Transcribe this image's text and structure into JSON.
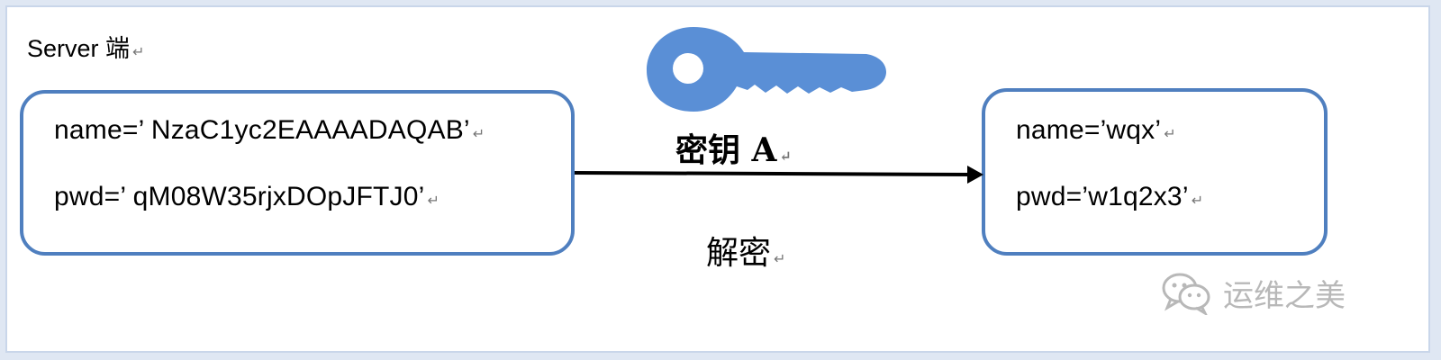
{
  "colors": {
    "box_border": "#4f7fbf",
    "key_fill": "#5a8fd6",
    "arrow": "#000000",
    "watermark": "#b8b8b8"
  },
  "server": {
    "title": "Server 端",
    "name_line": "name=’ NzaC1yc2EAAAADAQAB’",
    "pwd_line": "pwd=’ qM08W35rjxDOpJFTJ0’"
  },
  "client": {
    "name_line": "name=’wqx’",
    "pwd_line": "pwd=’w1q2x3’"
  },
  "arrow": {
    "key_label": "密钥 A",
    "action_label": "解密"
  },
  "icons": {
    "key": "key-icon",
    "wechat": "wechat-icon"
  },
  "watermark": {
    "text": "运维之美"
  },
  "return_mark": "↵"
}
